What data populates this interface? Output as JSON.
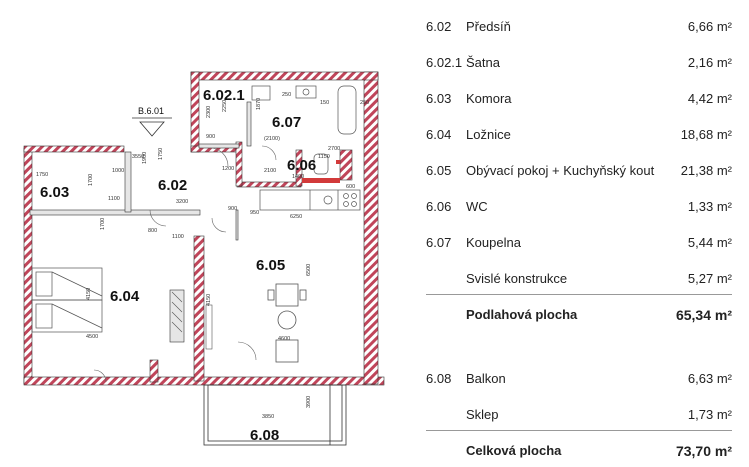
{
  "plan": {
    "stair_label": "B.6.01",
    "rooms": [
      {
        "id": "6.02.1"
      },
      {
        "id": "6.07"
      },
      {
        "id": "6.03"
      },
      {
        "id": "6.02"
      },
      {
        "id": "6.06"
      },
      {
        "id": "6.04"
      },
      {
        "id": "6.05"
      },
      {
        "id": "6.08"
      }
    ],
    "dims": [
      "2250",
      "250",
      "900",
      "1870",
      "150",
      "250",
      "6250",
      "1750",
      "1000",
      "1700",
      "2300",
      "1750",
      "1200",
      "3200",
      "1100",
      "1400",
      "(2100)",
      "2100",
      "1150",
      "900",
      "1100",
      "1900",
      "4150",
      "4500",
      "4600",
      "6500",
      "3850",
      "3900",
      "1700",
      "4150",
      "800",
      "2700",
      "3550",
      "600",
      "950"
    ]
  },
  "legend": {
    "rows": [
      {
        "code": "6.02",
        "name": "Předsíň",
        "area": "6,66 m²"
      },
      {
        "code": "6.02.1",
        "name": "Šatna",
        "area": "2,16 m²"
      },
      {
        "code": "6.03",
        "name": "Komora",
        "area": "4,42 m²"
      },
      {
        "code": "6.04",
        "name": "Ložnice",
        "area": "18,68 m²"
      },
      {
        "code": "6.05",
        "name": "Obývací pokoj + Kuchyňský kout",
        "area": "21,38 m²"
      },
      {
        "code": "6.06",
        "name": "WC",
        "area": "1,33 m²"
      },
      {
        "code": "6.07",
        "name": "Koupelna",
        "area": "5,44 m²"
      },
      {
        "code": "",
        "name": "Svislé konstrukce",
        "area": "5,27 m²"
      },
      {
        "code": "",
        "name": "Podlahová plocha",
        "area": "65,34 m²"
      },
      {
        "code": "6.08",
        "name": "Balkon",
        "area": "6,63 m²"
      },
      {
        "code": "",
        "name": "Sklep",
        "area": "1,73 m²"
      },
      {
        "code": "",
        "name": "Celková plocha",
        "area": "73,70 m²"
      }
    ]
  },
  "colors": {
    "wall_hatch": "#c0455a",
    "wall_outline": "#333333",
    "accent_red": "#d23a3a"
  }
}
